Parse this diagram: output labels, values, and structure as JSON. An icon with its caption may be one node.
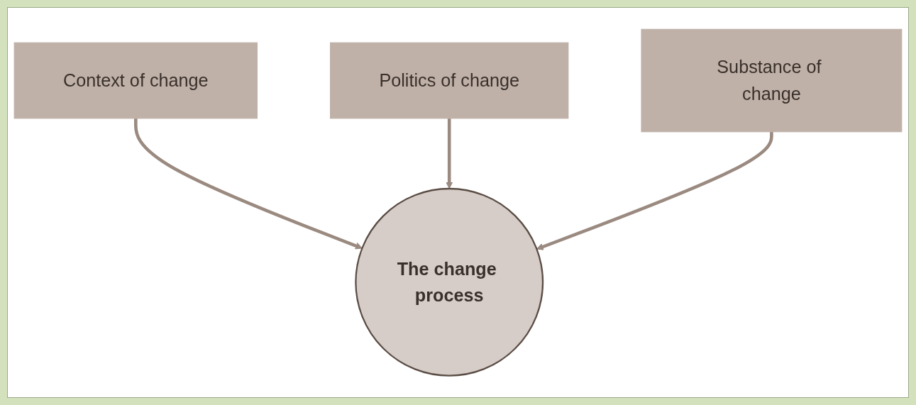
{
  "diagram": {
    "nodes": [
      {
        "text": [
          "Context of change"
        ]
      },
      {
        "text": [
          "The change process"
        ]
      },
      {
        "text": [
          "Politics of change"
        ]
      },
      {
        "text": [
          "Substance of change"
        ]
      }
    ],
    "edges": [
      {
        "from": 0,
        "to": 1,
        "arrow": "to"
      },
      {
        "from": 2,
        "to": 1,
        "arrow": "to"
      },
      {
        "from": 3,
        "to": 1,
        "arrow": "to"
      }
    ]
  }
}
